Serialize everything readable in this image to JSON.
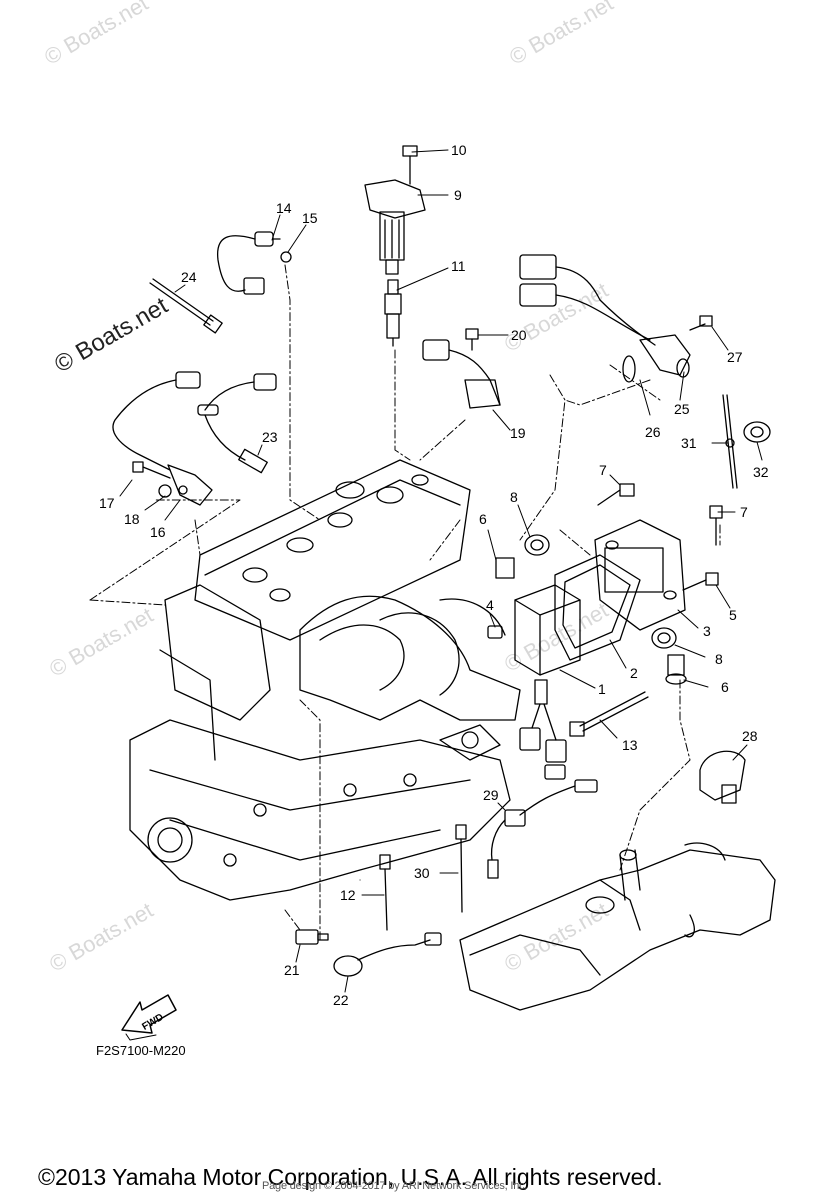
{
  "watermarks": [
    "© Boats.net",
    "© Boats.net",
    "© Boats.net",
    "© Boats.net",
    "© Boats.net",
    "© Boats.net",
    "© Boats.net",
    "© Boats.net"
  ],
  "callouts": {
    "p10": "10",
    "p9": "9",
    "p14": "14",
    "p15": "15",
    "p11": "11",
    "p24": "24",
    "p20": "20",
    "p27": "27",
    "p19": "19",
    "p25": "25",
    "p26": "26",
    "p31": "31",
    "p32": "32",
    "p23": "23",
    "p17": "17",
    "p18": "18",
    "p16": "16",
    "p7a": "7",
    "p8a": "8",
    "p7b": "7",
    "p6a": "6",
    "p5": "5",
    "p3": "3",
    "p4": "4",
    "p8b": "8",
    "p2": "2",
    "p6b": "6",
    "p1": "1",
    "p13": "13",
    "p28": "28",
    "p29": "29",
    "p30": "30",
    "p12": "12",
    "p21": "21",
    "p22": "22"
  },
  "fwd_label": "FWD",
  "diagram_code": "F2S7100-M220",
  "copyright": "©2013 Yamaha Motor Corporation, U.S.A. All rights reserved.",
  "credit": "Page design © 2004-2017 by ARI Network Services, Inc."
}
